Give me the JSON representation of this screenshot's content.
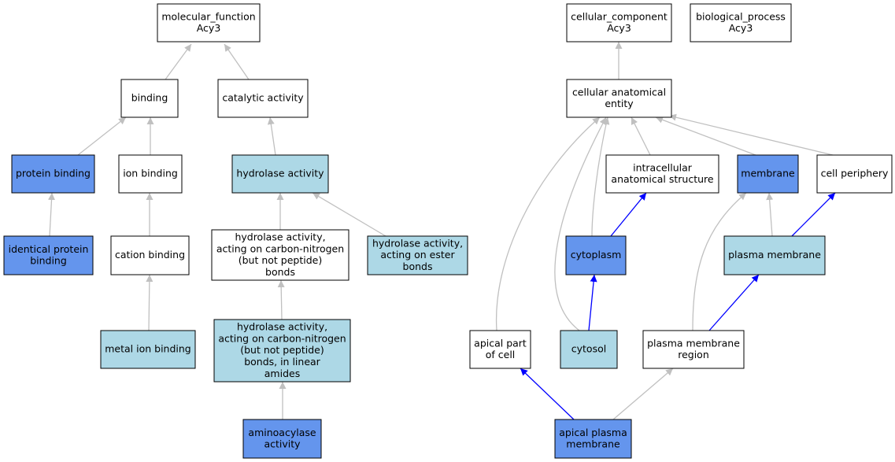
{
  "colors": {
    "fill_white": "#ffffff",
    "fill_dark_blue": "#6495ed",
    "fill_light_blue": "#add8e6",
    "edge_gray": "#c0c0c0",
    "edge_blue": "#0000ff"
  },
  "nodes": [
    {
      "id": "molecular_function",
      "lines": [
        "molecular_function",
        "Acy3"
      ],
      "fill": "white"
    },
    {
      "id": "cellular_component",
      "lines": [
        "cellular_component",
        "Acy3"
      ],
      "fill": "white"
    },
    {
      "id": "biological_process",
      "lines": [
        "biological_process",
        "Acy3"
      ],
      "fill": "white"
    },
    {
      "id": "binding",
      "lines": [
        "binding"
      ],
      "fill": "white"
    },
    {
      "id": "catalytic_activity",
      "lines": [
        "catalytic activity"
      ],
      "fill": "white"
    },
    {
      "id": "cellular_anatomical_entity",
      "lines": [
        "cellular anatomical",
        "entity"
      ],
      "fill": "white"
    },
    {
      "id": "protein_binding",
      "lines": [
        "protein binding"
      ],
      "fill": "dark_blue"
    },
    {
      "id": "ion_binding",
      "lines": [
        "ion binding"
      ],
      "fill": "white"
    },
    {
      "id": "hydrolase_activity",
      "lines": [
        "hydrolase activity"
      ],
      "fill": "light_blue"
    },
    {
      "id": "intracellular_anatomical_structure",
      "lines": [
        "intracellular",
        "anatomical structure"
      ],
      "fill": "white"
    },
    {
      "id": "membrane",
      "lines": [
        "membrane"
      ],
      "fill": "dark_blue"
    },
    {
      "id": "cell_periphery",
      "lines": [
        "cell periphery"
      ],
      "fill": "white"
    },
    {
      "id": "identical_protein_binding",
      "lines": [
        "identical protein",
        "binding"
      ],
      "fill": "dark_blue"
    },
    {
      "id": "cation_binding",
      "lines": [
        "cation binding"
      ],
      "fill": "white"
    },
    {
      "id": "hydrolase_cn_non_peptide",
      "lines": [
        "hydrolase activity,",
        "acting on carbon-nitrogen",
        "(but not peptide)",
        "bonds"
      ],
      "fill": "white"
    },
    {
      "id": "hydrolase_ester",
      "lines": [
        "hydrolase activity,",
        "acting on ester",
        "bonds"
      ],
      "fill": "light_blue"
    },
    {
      "id": "cytoplasm",
      "lines": [
        "cytoplasm"
      ],
      "fill": "dark_blue"
    },
    {
      "id": "plasma_membrane",
      "lines": [
        "plasma membrane"
      ],
      "fill": "light_blue"
    },
    {
      "id": "metal_ion_binding",
      "lines": [
        "metal ion binding"
      ],
      "fill": "light_blue"
    },
    {
      "id": "hydrolase_linear_amides",
      "lines": [
        "hydrolase activity,",
        "acting on carbon-nitrogen",
        "(but not peptide)",
        "bonds, in linear",
        "amides"
      ],
      "fill": "light_blue"
    },
    {
      "id": "apical_part_of_cell",
      "lines": [
        "apical part",
        "of cell"
      ],
      "fill": "white"
    },
    {
      "id": "cytosol",
      "lines": [
        "cytosol"
      ],
      "fill": "light_blue"
    },
    {
      "id": "plasma_membrane_region",
      "lines": [
        "plasma membrane",
        "region"
      ],
      "fill": "white"
    },
    {
      "id": "aminoacylase_activity",
      "lines": [
        "aminoacylase",
        "activity"
      ],
      "fill": "dark_blue"
    },
    {
      "id": "apical_plasma_membrane",
      "lines": [
        "apical plasma",
        "membrane"
      ],
      "fill": "dark_blue"
    }
  ],
  "edges": [
    {
      "from": "binding",
      "to": "molecular_function",
      "color": "gray"
    },
    {
      "from": "catalytic_activity",
      "to": "molecular_function",
      "color": "gray"
    },
    {
      "from": "protein_binding",
      "to": "binding",
      "color": "gray"
    },
    {
      "from": "ion_binding",
      "to": "binding",
      "color": "gray"
    },
    {
      "from": "hydrolase_activity",
      "to": "catalytic_activity",
      "color": "gray"
    },
    {
      "from": "identical_protein_binding",
      "to": "protein_binding",
      "color": "gray"
    },
    {
      "from": "cation_binding",
      "to": "ion_binding",
      "color": "gray"
    },
    {
      "from": "hydrolase_cn_non_peptide",
      "to": "hydrolase_activity",
      "color": "gray"
    },
    {
      "from": "hydrolase_ester",
      "to": "hydrolase_activity",
      "color": "gray"
    },
    {
      "from": "metal_ion_binding",
      "to": "cation_binding",
      "color": "gray"
    },
    {
      "from": "hydrolase_linear_amides",
      "to": "hydrolase_cn_non_peptide",
      "color": "gray"
    },
    {
      "from": "aminoacylase_activity",
      "to": "hydrolase_linear_amides",
      "color": "gray"
    },
    {
      "from": "cellular_anatomical_entity",
      "to": "cellular_component",
      "color": "gray"
    },
    {
      "from": "intracellular_anatomical_structure",
      "to": "cellular_anatomical_entity",
      "color": "gray"
    },
    {
      "from": "membrane",
      "to": "cellular_anatomical_entity",
      "color": "gray"
    },
    {
      "from": "cell_periphery",
      "to": "cellular_anatomical_entity",
      "color": "gray"
    },
    {
      "from": "cytoplasm",
      "to": "cellular_anatomical_entity",
      "color": "gray"
    },
    {
      "from": "apical_part_of_cell",
      "to": "cellular_anatomical_entity",
      "color": "gray"
    },
    {
      "from": "cytosol",
      "to": "cellular_anatomical_entity",
      "color": "gray"
    },
    {
      "from": "cytoplasm",
      "to": "intracellular_anatomical_structure",
      "color": "blue"
    },
    {
      "from": "plasma_membrane",
      "to": "membrane",
      "color": "gray"
    },
    {
      "from": "plasma_membrane",
      "to": "cell_periphery",
      "color": "blue"
    },
    {
      "from": "cytosol",
      "to": "cytoplasm",
      "color": "blue"
    },
    {
      "from": "plasma_membrane_region",
      "to": "membrane",
      "color": "gray"
    },
    {
      "from": "plasma_membrane_region",
      "to": "plasma_membrane",
      "color": "blue"
    },
    {
      "from": "apical_plasma_membrane",
      "to": "apical_part_of_cell",
      "color": "blue"
    },
    {
      "from": "apical_plasma_membrane",
      "to": "plasma_membrane_region",
      "color": "gray"
    }
  ]
}
